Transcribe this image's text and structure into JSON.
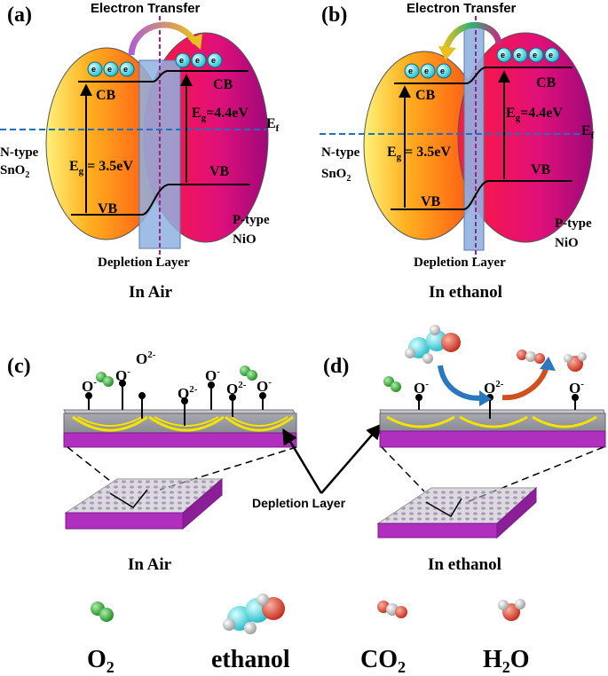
{
  "panels": {
    "a": {
      "label": "(a)",
      "title": "Electron Transfer",
      "caption": "In Air",
      "n_type": "N-type",
      "n_material": "SnO",
      "n_sub": "2",
      "p_type": "P-type",
      "p_material": "NiO",
      "cb_left": "CB",
      "vb_left": "VB",
      "cb_right": "CB",
      "vb_right": "VB",
      "eg_left_prefix": "E",
      "eg_left_sub": "g",
      "eg_left_value": " = 3.5eV",
      "eg_right_prefix": "E",
      "eg_right_sub": "g",
      "eg_right_value": "=4.4eV",
      "ef_letter": "E",
      "ef_sub": "f",
      "depletion": "Depletion Layer",
      "electron": "e"
    },
    "b": {
      "label": "(b)",
      "title": "Electron Transfer",
      "caption": "In ethanol",
      "n_type": "N-type",
      "n_material": "SnO",
      "n_sub": "2",
      "p_type": "P-type",
      "p_material": "NiO",
      "cb_left": "CB",
      "vb_left": "VB",
      "cb_right": "CB",
      "vb_right": "VB",
      "eg_left_prefix": "E",
      "eg_left_sub": "g",
      "eg_left_value": " = 3.5eV",
      "eg_right_prefix": "E",
      "eg_right_sub": "g",
      "eg_right_value": "=4.4eV",
      "ef_letter": "E",
      "ef_sub": "f",
      "depletion": "Depletion Layer",
      "electron": "e"
    },
    "c": {
      "label": "(c)",
      "caption": "In Air",
      "oxygen_minus": "O",
      "minus": "-",
      "two_minus": "2-"
    },
    "d": {
      "label": "(d)",
      "caption": "In ethanol",
      "oxygen_minus": "O",
      "minus": "-",
      "two_minus": "2-"
    }
  },
  "center_label": "Depletion Layer",
  "legend": {
    "o2": {
      "base": "O",
      "sub": "2"
    },
    "ethanol": {
      "text": "ethanol"
    },
    "co2": {
      "base": "CO",
      "sub": "2"
    },
    "h2o": {
      "pre": "H",
      "sub": "2",
      "post": "O"
    }
  },
  "colors": {
    "oxygen_green": "#2e9e2e",
    "ethanol_cyan": "#4fd6d6",
    "co2_red": "#d84a3a",
    "depletion_blue": "#8fb3e0",
    "substrate_purple": "#b02fbf",
    "pore_yellow": "#f4e300"
  }
}
